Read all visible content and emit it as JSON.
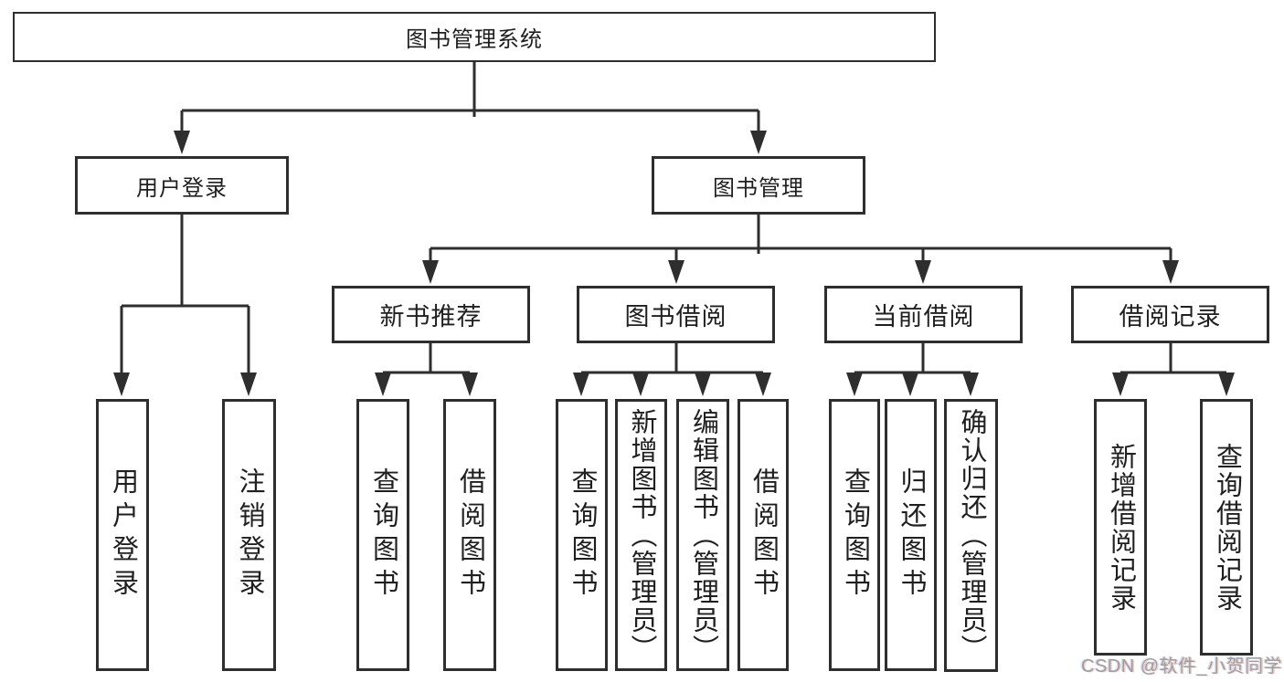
{
  "tree": {
    "label": "图书管理系统",
    "children": [
      {
        "label": "用户登录",
        "children": [
          {
            "label": "用户登录"
          },
          {
            "label": "注销登录"
          }
        ]
      },
      {
        "label": "图书管理",
        "children": [
          {
            "label": "新书推荐",
            "children": [
              {
                "label": "查询图书"
              },
              {
                "label": "借阅图书"
              }
            ]
          },
          {
            "label": "图书借阅",
            "children": [
              {
                "label": "查询图书"
              },
              {
                "label": "新增图书（管理员）"
              },
              {
                "label": "编辑图书（管理员）"
              },
              {
                "label": "借阅图书"
              }
            ]
          },
          {
            "label": "当前借阅",
            "children": [
              {
                "label": "查询图书"
              },
              {
                "label": "归还图书"
              },
              {
                "label": "确认归还（管理员）"
              }
            ]
          },
          {
            "label": "借阅记录",
            "children": [
              {
                "label": "新增借阅记录"
              },
              {
                "label": "查询借阅记录"
              }
            ]
          }
        ]
      }
    ]
  },
  "watermark": {
    "text": "CSDN @软件_小贺同学"
  },
  "colors": {
    "line": "#2e2e2e",
    "text": "#1f1f1f",
    "background": "#ffffff",
    "watermark": "#9e9e9e"
  }
}
